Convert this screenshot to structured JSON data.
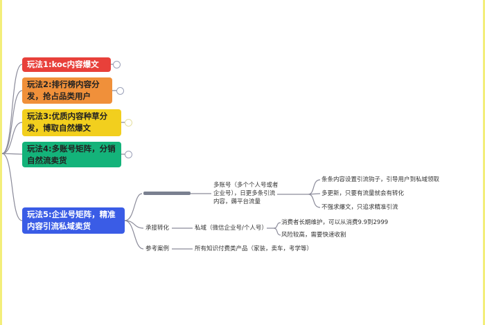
{
  "colors": {
    "red": "#e8403a",
    "orange": "#f0903a",
    "yellow": "#f2cf1e",
    "green": "#14b37a",
    "blue": "#3a5ce6",
    "line": "#8a8a99",
    "frame": "#f3ee7a"
  },
  "branches": [
    {
      "label": "玩法1:koc内容爆文",
      "color": "#e8403a"
    },
    {
      "label": "玩法2:排行榜内容分发，抢占品类用户",
      "color": "#f0903a"
    },
    {
      "label": "玩法3:优质内容种草分发，博取自然爆文",
      "color": "#f2cf1e"
    },
    {
      "label": "玩法4:多账号矩阵，分销自然流卖货",
      "color": "#14b37a"
    },
    {
      "label": "玩法5:企业号矩阵，精准内容引流私域卖货",
      "color": "#3a5ce6"
    }
  ],
  "detail": {
    "multi_account": "多账号（多个个人号或者企业号），日更多条引流内容，薅平台流量",
    "multi_items": [
      "条条内容设置引流钩子，引导用户到私域领取",
      "多更新，只要有流量就会有转化",
      "不强求爆文，只追求精准引流"
    ],
    "conversion": "承接转化",
    "private": "私域（微信企业号/个人号）",
    "private_items": [
      "消费者长期维护，可以从消费9.9到2999",
      "风险较高，需要快速收割"
    ],
    "reference": "参考案例",
    "reference_text": "所有知识付费类产品（家装，卖车，考学等）"
  }
}
